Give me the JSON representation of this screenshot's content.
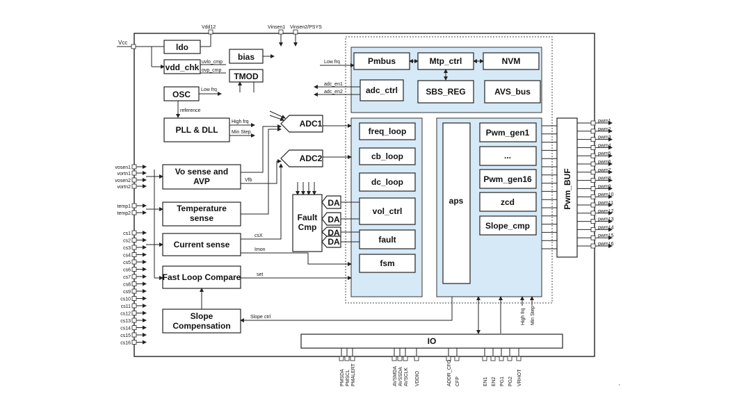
{
  "blocks": {
    "ldo": "ldo",
    "vdd_chk": "vdd_chk",
    "bias": "bias",
    "tmod": "TMOD",
    "osc": "OSC",
    "pll": "PLL & DLL",
    "adc1": "ADC1",
    "adc2": "ADC2",
    "vo_sense_1": "Vo sense and",
    "vo_sense_2": "AVP",
    "temp_sense_1": "Temperature",
    "temp_sense_2": "sense",
    "current_sense": "Current sense",
    "fast_loop": "Fast Loop Compare",
    "slope_1": "Slope",
    "slope_2": "Compensation",
    "fault_cmp_1": "Fault",
    "fault_cmp_2": "Cmp",
    "da": "DA",
    "pmbus": "Pmbus",
    "mtp_ctrl": "Mtp_ctrl",
    "nvm": "NVM",
    "adc_ctrl": "adc_ctrl",
    "sbs_reg": "SBS_REG",
    "avs_bus": "AVS_bus",
    "freq_loop": "freq_loop",
    "cb_loop": "cb_loop",
    "dc_loop": "dc_loop",
    "vol_ctrl": "vol_ctrl",
    "fault": "fault",
    "fsm": "fsm",
    "aps": "aps",
    "pwm_gen1": "Pwm_gen1",
    "ellipsis": "...",
    "pwm_gen16": "Pwm_gen16",
    "zcd": "zcd",
    "slope_cmp": "Slope_cmp",
    "pwm_buf": "Pwm_BUF",
    "io": "IO"
  },
  "signals": {
    "vcc": "Vcc",
    "vdd12": "Vdd12",
    "vinsen1": "Vinsen1",
    "vinsen2": "Vinsen2/PSYS",
    "uvlo_cmp": "uvlo_cmp",
    "ovp_cmp": "ovp_cmp",
    "low_frq_osc": "Low frq",
    "reference": "reference",
    "high_frq": "High frq",
    "min_step": "Min Step",
    "vfb": "Vfb",
    "csx": "csX",
    "imon": "Imon",
    "set": "set",
    "slope_ctrl": "Slope ctrl",
    "low_frq_pm": "Low frq",
    "adc_en1": "adc_en1",
    "adc_en2": "adc_en2",
    "high_frq_v": "High frq",
    "min_step_v": "Min Step"
  },
  "pins": {
    "left_vo": [
      "vosen1",
      "vortn1",
      "vosen2",
      "vortn2"
    ],
    "left_temp": [
      "temp1",
      "temp2"
    ],
    "left_cs": [
      "cs1",
      "cs2",
      "cs3",
      "cs4",
      "cs5",
      "cs6",
      "cs7",
      "cs8",
      "cs9",
      "cs10",
      "cs11",
      "cs12",
      "cs13",
      "cs14",
      "cs15",
      "cs16"
    ],
    "right_pwm": [
      "pwm1",
      "pwm2",
      "pwm3",
      "pwm4",
      "pwm5",
      "pwm6",
      "pwm7",
      "pwm8",
      "pwm9",
      "pwm10",
      "pwm11",
      "pwm12",
      "pwm13",
      "pwm14",
      "pwm15",
      "pwm16"
    ],
    "bottom": [
      "PMSDA",
      "PMSCL",
      "PMALERT",
      "AVSMDA",
      "AVSSDA",
      "AVSCLK",
      "VDDIO",
      "ADDR_CFG",
      "CFP",
      "EN1",
      "EN2",
      "PG1",
      "PG2",
      "VRHOT"
    ]
  }
}
